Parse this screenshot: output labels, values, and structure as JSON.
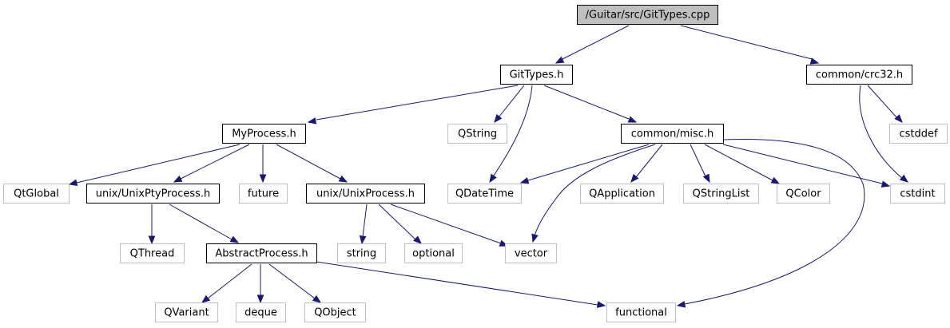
{
  "diagram": {
    "nodes": [
      {
        "id": "root",
        "label": "/Guitar/src/GitTypes.cpp",
        "kind": "root"
      },
      {
        "id": "gittypes_h",
        "label": "GitTypes.h",
        "kind": "local"
      },
      {
        "id": "crc32_h",
        "label": "common/crc32.h",
        "kind": "local"
      },
      {
        "id": "myprocess_h",
        "label": "MyProcess.h",
        "kind": "local"
      },
      {
        "id": "qstring",
        "label": "QString",
        "kind": "external"
      },
      {
        "id": "misc_h",
        "label": "common/misc.h",
        "kind": "local"
      },
      {
        "id": "cstddef",
        "label": "cstddef",
        "kind": "external"
      },
      {
        "id": "qtglobal",
        "label": "QtGlobal",
        "kind": "external"
      },
      {
        "id": "unixpty_h",
        "label": "unix/UnixPtyProcess.h",
        "kind": "local"
      },
      {
        "id": "future",
        "label": "future",
        "kind": "external"
      },
      {
        "id": "unixprocess_h",
        "label": "unix/UnixProcess.h",
        "kind": "local"
      },
      {
        "id": "qdatetime",
        "label": "QDateTime",
        "kind": "external"
      },
      {
        "id": "qapplication",
        "label": "QApplication",
        "kind": "external"
      },
      {
        "id": "qstringlist",
        "label": "QStringList",
        "kind": "external"
      },
      {
        "id": "qcolor",
        "label": "QColor",
        "kind": "external"
      },
      {
        "id": "cstdint",
        "label": "cstdint",
        "kind": "external"
      },
      {
        "id": "qthread",
        "label": "QThread",
        "kind": "external"
      },
      {
        "id": "abstractprocess_h",
        "label": "AbstractProcess.h",
        "kind": "local"
      },
      {
        "id": "string",
        "label": "string",
        "kind": "external"
      },
      {
        "id": "optional",
        "label": "optional",
        "kind": "external"
      },
      {
        "id": "vector",
        "label": "vector",
        "kind": "external"
      },
      {
        "id": "qvariant",
        "label": "QVariant",
        "kind": "external"
      },
      {
        "id": "deque",
        "label": "deque",
        "kind": "external"
      },
      {
        "id": "qobject",
        "label": "QObject",
        "kind": "external"
      },
      {
        "id": "functional",
        "label": "functional",
        "kind": "external"
      }
    ],
    "edges": [
      {
        "from": "root",
        "to": "gittypes_h"
      },
      {
        "from": "root",
        "to": "crc32_h"
      },
      {
        "from": "gittypes_h",
        "to": "myprocess_h"
      },
      {
        "from": "gittypes_h",
        "to": "qstring"
      },
      {
        "from": "gittypes_h",
        "to": "qdatetime"
      },
      {
        "from": "gittypes_h",
        "to": "misc_h"
      },
      {
        "from": "crc32_h",
        "to": "cstddef"
      },
      {
        "from": "crc32_h",
        "to": "cstdint"
      },
      {
        "from": "myprocess_h",
        "to": "qtglobal"
      },
      {
        "from": "myprocess_h",
        "to": "unixpty_h"
      },
      {
        "from": "myprocess_h",
        "to": "future"
      },
      {
        "from": "myprocess_h",
        "to": "unixprocess_h"
      },
      {
        "from": "misc_h",
        "to": "qdatetime"
      },
      {
        "from": "misc_h",
        "to": "vector"
      },
      {
        "from": "misc_h",
        "to": "qapplication"
      },
      {
        "from": "misc_h",
        "to": "qstringlist"
      },
      {
        "from": "misc_h",
        "to": "qcolor"
      },
      {
        "from": "misc_h",
        "to": "cstdint"
      },
      {
        "from": "misc_h",
        "to": "functional"
      },
      {
        "from": "unixpty_h",
        "to": "qthread"
      },
      {
        "from": "unixpty_h",
        "to": "abstractprocess_h"
      },
      {
        "from": "unixprocess_h",
        "to": "string"
      },
      {
        "from": "unixprocess_h",
        "to": "optional"
      },
      {
        "from": "unixprocess_h",
        "to": "vector"
      },
      {
        "from": "abstractprocess_h",
        "to": "qvariant"
      },
      {
        "from": "abstractprocess_h",
        "to": "deque"
      },
      {
        "from": "abstractprocess_h",
        "to": "qobject"
      },
      {
        "from": "abstractprocess_h",
        "to": "functional"
      }
    ]
  },
  "colors": {
    "edge": "#191970",
    "root_fill": "#bfbfbf",
    "local_border": "#000000",
    "external_border": "#bfbfbf"
  }
}
